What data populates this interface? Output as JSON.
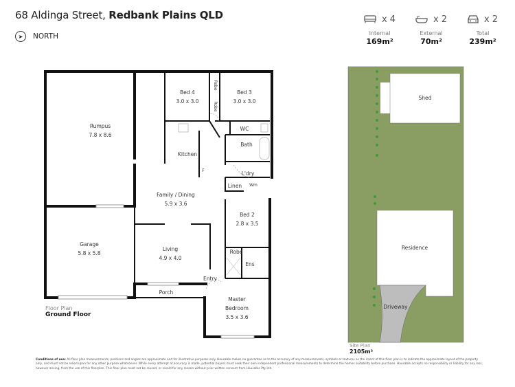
{
  "header": {
    "address_street": "68 Aldinga Street, ",
    "address_suburb": "Redbank Plains QLD",
    "north_label": "NORTH"
  },
  "stats": {
    "bedrooms": {
      "icon": "bed-icon",
      "count": "x 4"
    },
    "bathrooms": {
      "icon": "bathtub-icon",
      "count": "x 2"
    },
    "car_spaces": {
      "icon": "car-icon",
      "count": "x 2"
    },
    "internal": {
      "label": "Internal",
      "value": "169m²"
    },
    "external": {
      "label": "External",
      "value": "70m²"
    },
    "total": {
      "label": "Total",
      "value": "239m²"
    }
  },
  "floor_plan": {
    "caption": "Floor Plan",
    "level": "Ground Floor",
    "rooms": {
      "rumpus": {
        "name": "Rumpus",
        "size": "7.8 x 8.6"
      },
      "bed4": {
        "name": "Bed 4",
        "size": "3.0 x 3.0"
      },
      "bed3": {
        "name": "Bed 3",
        "size": "3.0 x 3.0"
      },
      "robe1": "Robe",
      "robe2": "Robe",
      "kitchen": "Kitchen",
      "wc": "WC",
      "bath": "Bath",
      "laundry": "L'dry",
      "linen": "Linen",
      "wm": "Wm",
      "fridge": "F",
      "family": {
        "name": "Family / Dining",
        "size": "5.9 x 3.6"
      },
      "bed2": {
        "name": "Bed 2",
        "size": "2.8 x 3.5"
      },
      "garage": {
        "name": "Garage",
        "size": "5.8 x 5.8"
      },
      "living": {
        "name": "Living",
        "size": "4.9 x 4.0"
      },
      "robe3": "Robe",
      "ens": "Ens",
      "entry": "Entry",
      "porch": "Porch",
      "master": {
        "name1": "Master",
        "name2": "Bedroom",
        "size": "3.5 x 3.6"
      }
    }
  },
  "site_plan": {
    "caption": "Site Plan",
    "area": "2105m²",
    "shed": "Shed",
    "residence": "Residence",
    "driveway": "Driveway",
    "colors": {
      "lawn": "#8a9e64",
      "driveway": "#bdbdbd",
      "trees": "#3f9a3a"
    }
  },
  "conditions": {
    "heading": "Conditions of use:",
    "text": "All floor plan measurements, positions and angles are approximate and for illustrative purposes only. Hausable makes no guarantee as to the accuracy of any measurements, symbols or textures as the intent of this floor plan is to indicate the approximate layout of the property only, and must not be relied upon for any other purpose whatsoever. While every attempt at accuracy is made, potential buyers must seek their own independent professional measurements to determine the homes suitability before purchase. Hausable accepts no responsibility or liability for any loss, however arising, from the use of this floorplan. This floor plan must not be reused, or resold for any reason without prior written consent from Hausable Pty Ltd."
  }
}
